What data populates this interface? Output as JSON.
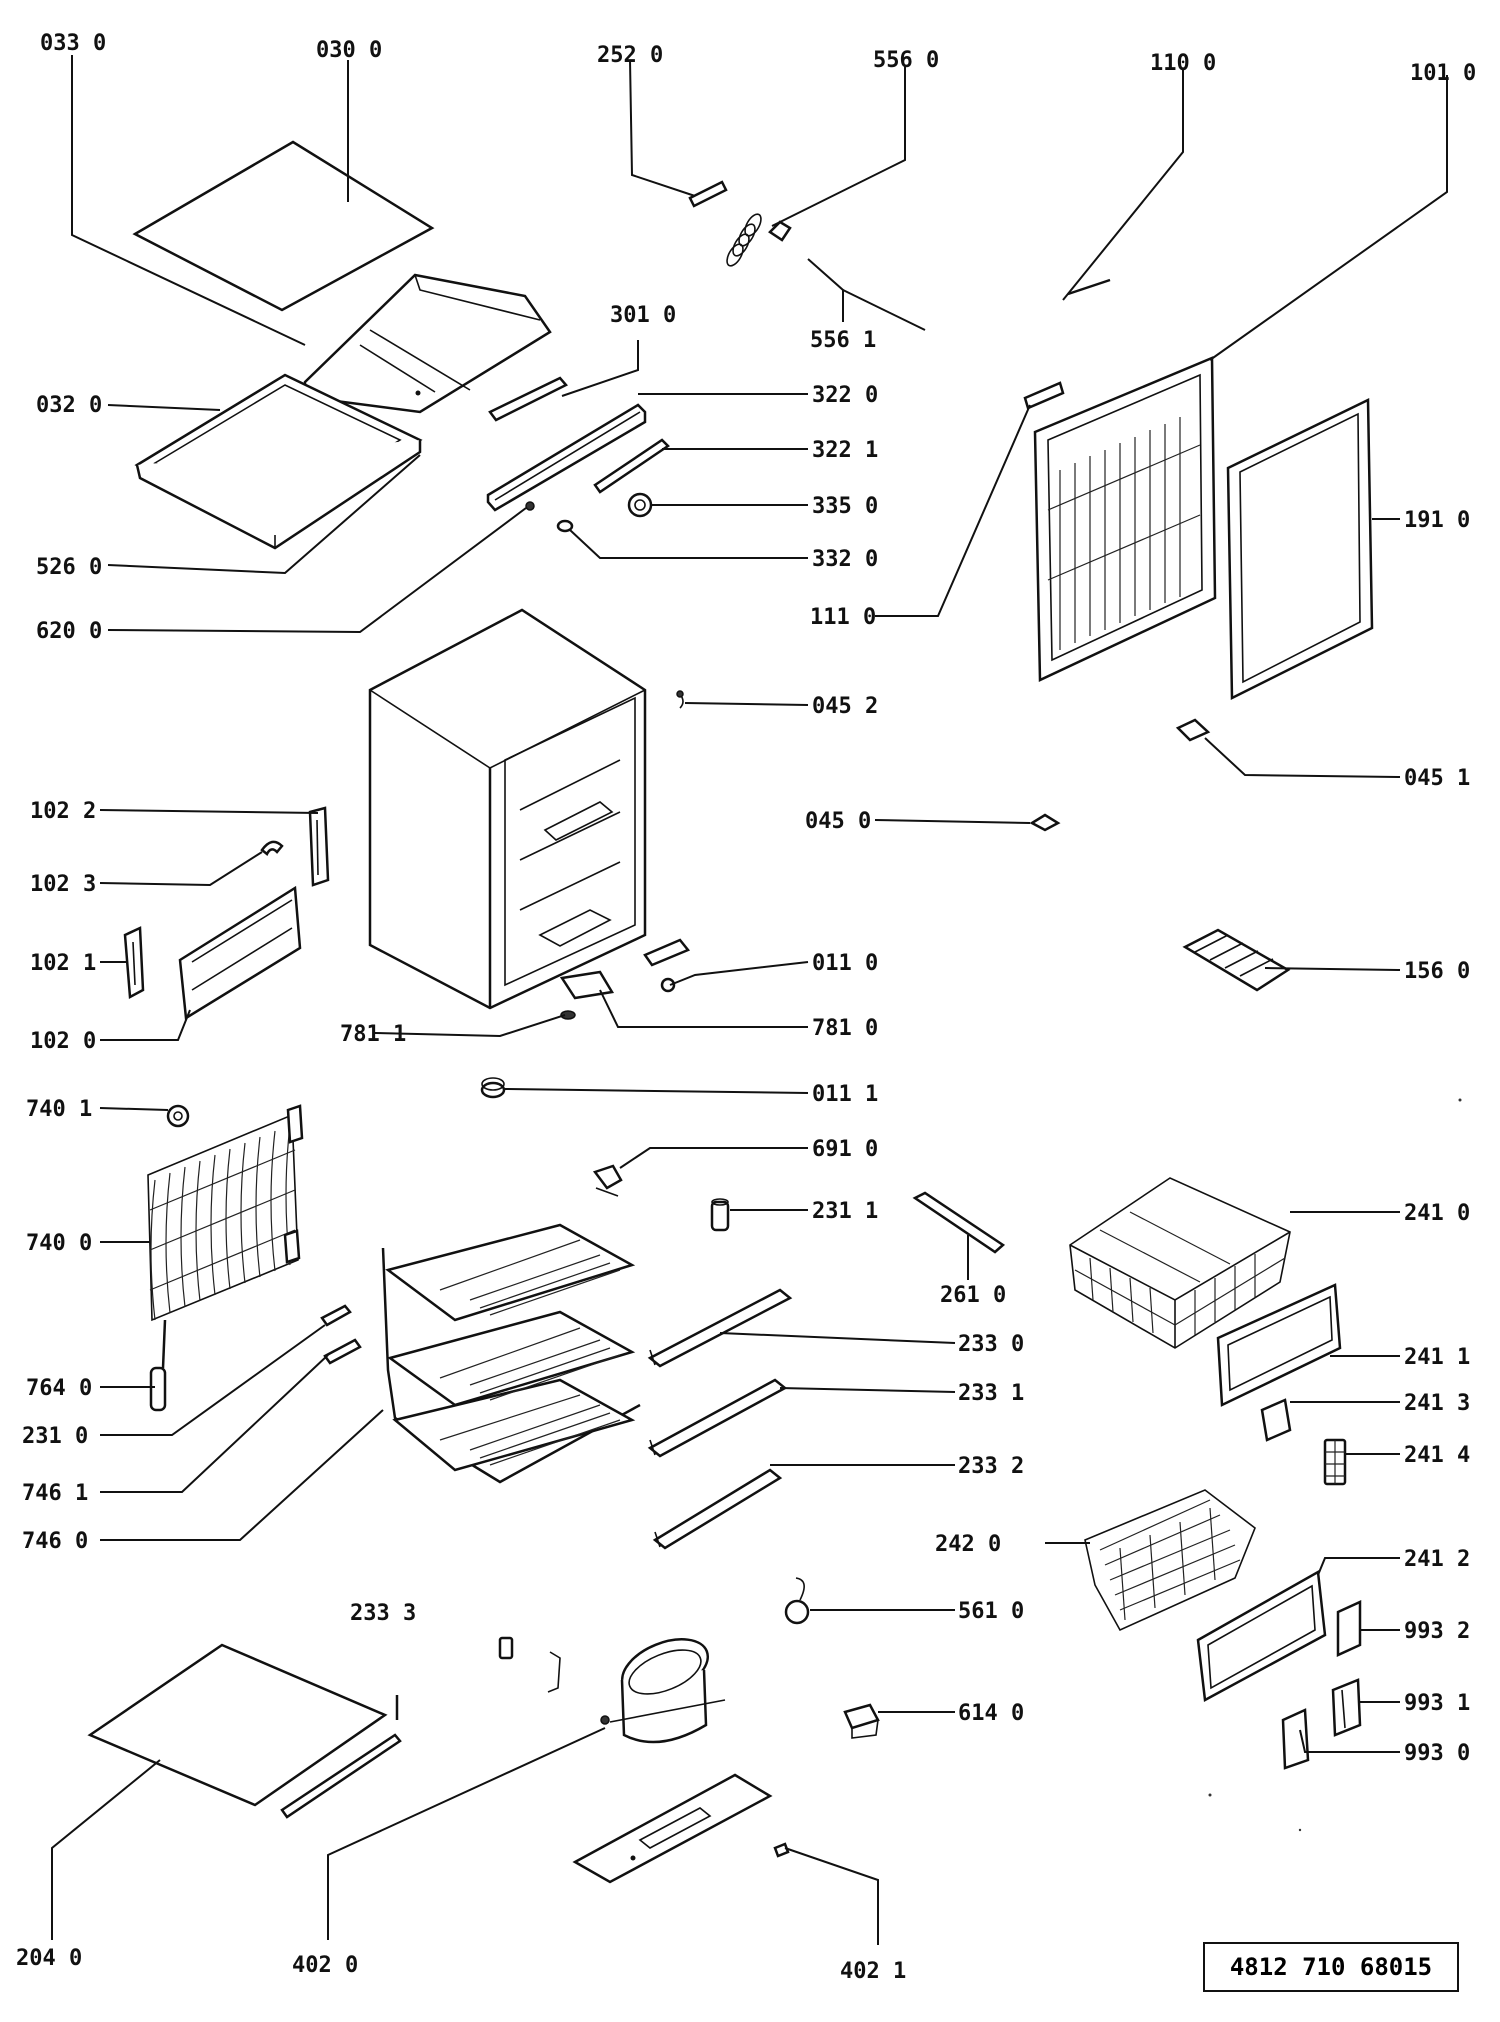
{
  "labels": {
    "l0330": "033 0",
    "l0300": "030 0",
    "l2520": "252 0",
    "l5560": "556 0",
    "l1100": "110 0",
    "l1010": "101 0",
    "l5561": "556 1",
    "l3010": "301 0",
    "l0320": "032 0",
    "l3220": "322 0",
    "l3221": "322 1",
    "l3350": "335 0",
    "l3320": "332 0",
    "l5260": "526 0",
    "l6200": "620 0",
    "l1910": "191 0",
    "l1110": "111 0",
    "l0452": "045 2",
    "l0451": "045 1",
    "l0450": "045 0",
    "l1022": "102 2",
    "l1023": "102 3",
    "l1021": "102 1",
    "l1020": "102 0",
    "l0110": "011 0",
    "l1560": "156 0",
    "l7811": "781 1",
    "l7810": "781 0",
    "l0111": "011 1",
    "l7401": "740 1",
    "l6910": "691 0",
    "l7400": "740 0",
    "l2311": "231 1",
    "l2410": "241 0",
    "l2610": "261 0",
    "l2330": "233 0",
    "l2411": "241 1",
    "l7640": "764 0",
    "l2331": "233 1",
    "l2413": "241 3",
    "l2310": "231 0",
    "l2414": "241 4",
    "l2332": "233 2",
    "l7461": "746 1",
    "l7460": "746 0",
    "l2420": "242 0",
    "l2412": "241 2",
    "l2333": "233 3",
    "l5610": "561 0",
    "l9932": "993 2",
    "l6140": "614 0",
    "l9931": "993 1",
    "l9930": "993 0",
    "l2040": "204 0",
    "l4020": "402 0",
    "l4021": "402 1"
  },
  "document_number": "4812 710 68015"
}
